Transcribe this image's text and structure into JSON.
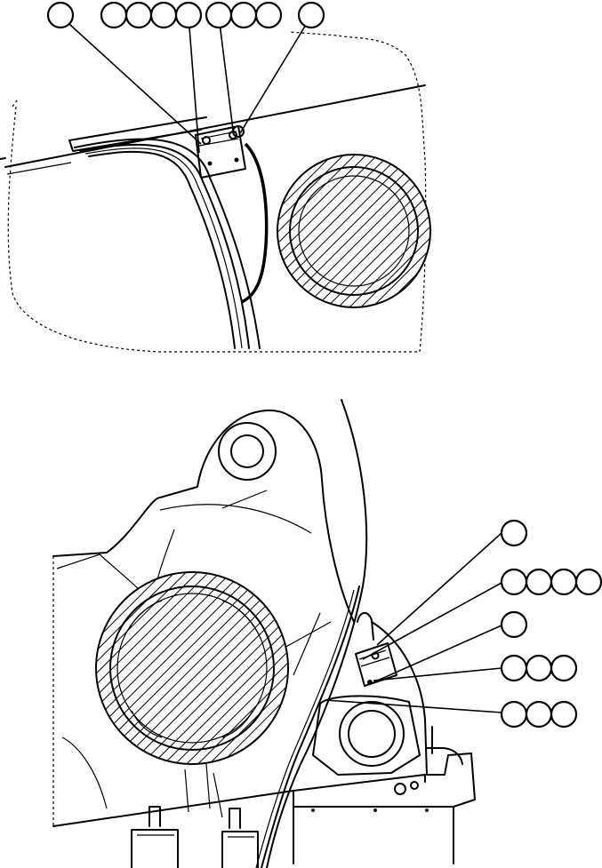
{
  "figure": {
    "upper_view": {
      "callouts": [
        {
          "id": "u1"
        },
        {
          "id": "u2"
        },
        {
          "id": "u3"
        },
        {
          "id": "u4"
        },
        {
          "id": "u5"
        },
        {
          "id": "u6"
        },
        {
          "id": "u7"
        },
        {
          "id": "u8"
        },
        {
          "id": "u9"
        }
      ]
    },
    "lower_view": {
      "callouts": [
        {
          "id": "l1"
        },
        {
          "id": "l2"
        },
        {
          "id": "l3"
        },
        {
          "id": "l4"
        },
        {
          "id": "l5"
        },
        {
          "id": "l6"
        },
        {
          "id": "l7"
        },
        {
          "id": "l8"
        },
        {
          "id": "l9"
        },
        {
          "id": "l10"
        },
        {
          "id": "l11"
        },
        {
          "id": "l12"
        }
      ]
    }
  }
}
